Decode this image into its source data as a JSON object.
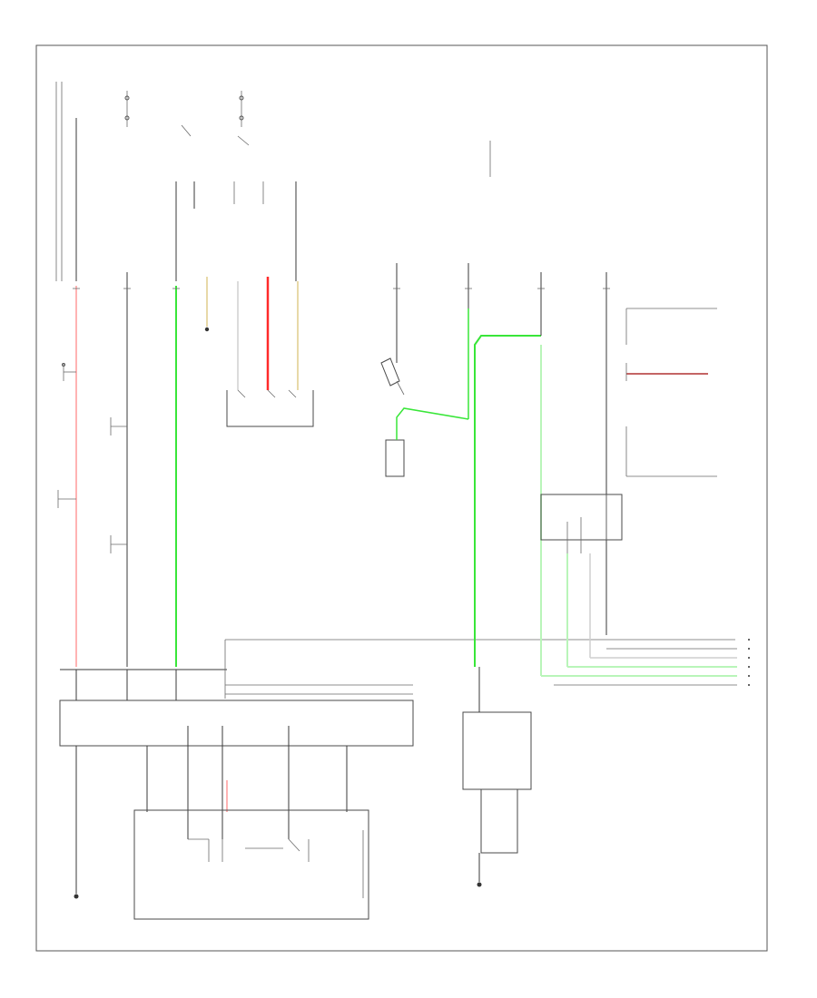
{
  "diagram": {
    "footer_text": "",
    "colors": {
      "red_wire": "#ff2a2a",
      "pink_wire": "#ffb3b3",
      "green_wire": "#39e639",
      "light_green_wire": "#b9f5b9",
      "tan_wire": "#e8d9a8",
      "gray_wire": "#cfcfcf",
      "dark_red_wire": "#b03030",
      "line": "#3a3a3a"
    },
    "icons": [
      "ground-symbol",
      "fuse-symbol",
      "switch-contact-symbol",
      "relay-coil-symbol"
    ]
  }
}
